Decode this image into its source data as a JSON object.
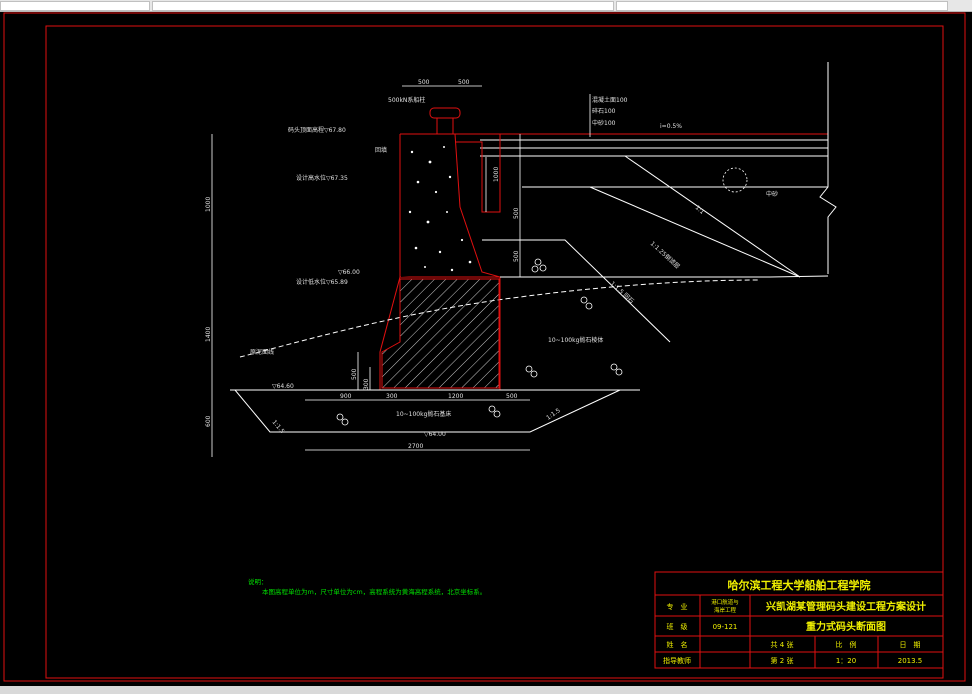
{
  "dimensions": {
    "top_500_left": "500",
    "top_500_right": "500",
    "h_1000_upper": "1000",
    "h_1400": "1400",
    "h_600": "600",
    "wall_1000": "1000",
    "wall_500": "500",
    "wall_500_b": "500",
    "toe_500": "500",
    "toe_300": "300",
    "b_900": "900",
    "b_300": "300",
    "b_1200": "1200",
    "b_500": "500",
    "b_2700": "2700"
  },
  "labels": {
    "bollard": "500kN系船柱",
    "pavement_1": "混凝土面100",
    "pavement_2": "碎石100",
    "pavement_3": "中砂100",
    "slope_top": "i=0.5%",
    "top_elev": "码头顶面高程▽67.80",
    "fill_label": "回填",
    "design_high": "设计高水位▽67.35",
    "elev_66": "▽66.00",
    "design_low": "设计低水位▽65.89",
    "seabed": "原泥面线",
    "elev_6460": "▽64.60",
    "elev_6400": "▽64.00",
    "sand": "中砂",
    "slope_1_1": "1:1",
    "slope_125": "1:1.25倒滤层",
    "slope_15": "1:1.5 回石",
    "riprap_1": "10~100kg抛石棱体",
    "riprap_2": "10~100kg抛石基床",
    "slope_left": "1:1.5",
    "slope_right": "1:1.5"
  },
  "notes": {
    "heading": "说明：",
    "line1": "本图高程单位为m，尺寸单位为cm，高程系统为黄海高程系统，北京坐标系。"
  },
  "title_block": {
    "school": "哈尔滨工程大学船舶工程学院",
    "major_label": "专　业",
    "major_value_1": "港口航道与",
    "major_value_2": "海岸工程",
    "project": "兴凯湖某管理码头建设工程方案设计",
    "class_label": "班　级",
    "class_value": "09-121",
    "drawing_name": "重力式码头断面图",
    "name_label": "姓　名",
    "total_sheets": "共 4 张",
    "scale_label": "比　例",
    "date_label": "日　期",
    "advisor_label": "指导教师",
    "sheet_no": "第 2 张",
    "scale_value": "1：20",
    "date_value": "2013.5"
  },
  "colors": {
    "frame": "#e01010",
    "outline": "#ffffff",
    "text": "#e0e0e0",
    "accent_green": "#00e000",
    "accent_yellow": "#f0f000"
  }
}
